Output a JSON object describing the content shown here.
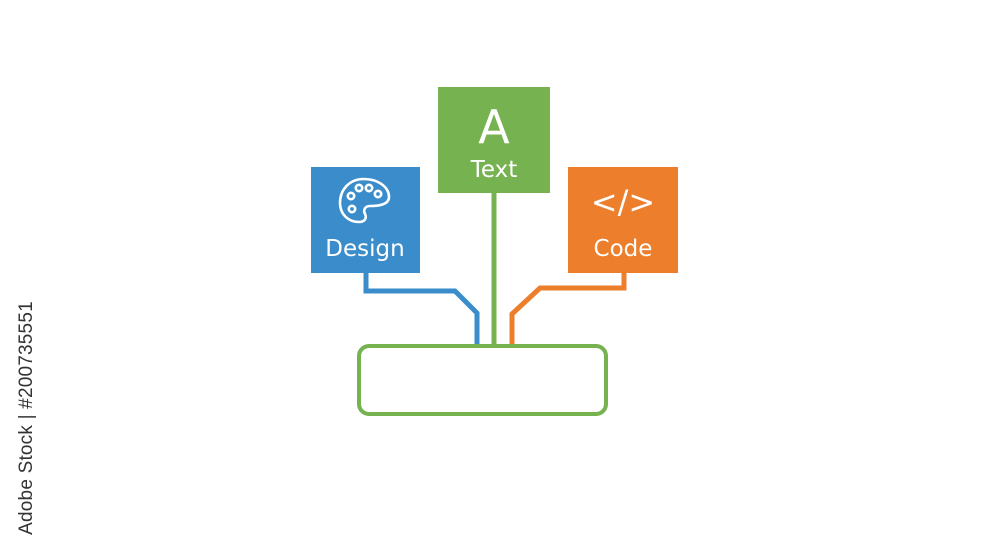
{
  "colors": {
    "design": "#3a8ccb",
    "text": "#76b250",
    "code": "#ec7e2c",
    "base": "#76b250"
  },
  "boxes": {
    "text": {
      "icon": "A",
      "label": "Text",
      "icon_name": "letter-a-icon"
    },
    "design": {
      "label": "Design",
      "icon_name": "palette-icon"
    },
    "code": {
      "icon": "</>",
      "label": "Code",
      "icon_name": "code-brackets-icon"
    }
  },
  "watermark": "Adobe Stock | #200735551"
}
